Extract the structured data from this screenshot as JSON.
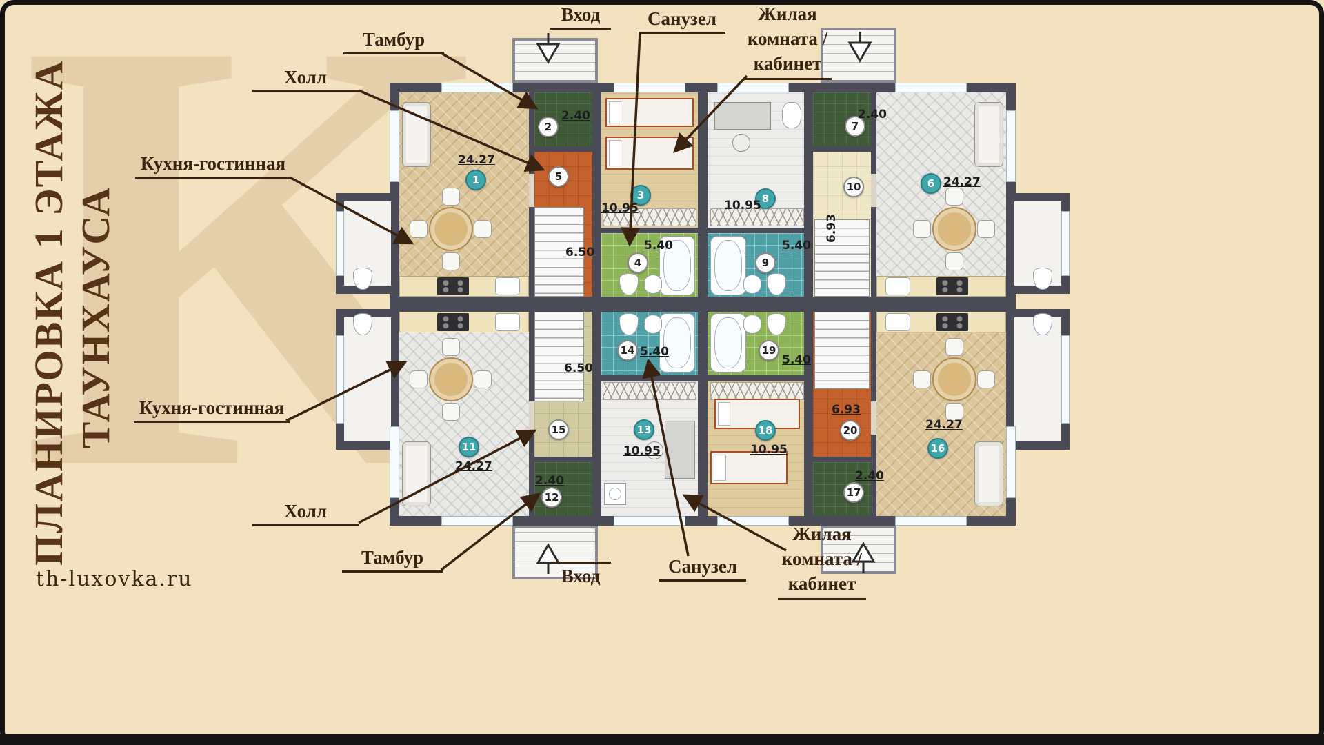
{
  "page": {
    "watermark": "K",
    "vertical_title": {
      "line1": "ПЛАНИРОВКА 1 ЭТАЖА",
      "line2": "ТАУНХАУСА"
    },
    "website": "th-luxovka.ru"
  },
  "callouts": {
    "entrance_top": "Вход",
    "vestibule_top": "Тамбур",
    "hall_top": "Холл",
    "kitchen_living_top": "Кухня-гостинная",
    "bathroom_top": "Санузел",
    "living_room_top": {
      "line1": "Жилая",
      "line2": "комната /",
      "line3": "кабинет"
    },
    "kitchen_living_bottom": "Кухня-гостинная",
    "hall_bottom": "Холл",
    "vestibule_bottom": "Тамбур",
    "entrance_bottom": "Вход",
    "bathroom_bottom": "Санузел",
    "living_room_bottom": {
      "line1": "Жилая",
      "line2": "комната /",
      "line3": "кабинет"
    }
  },
  "rooms": [
    {
      "num": "1",
      "area": "24.27"
    },
    {
      "num": "2",
      "area": "2.40"
    },
    {
      "num": "3",
      "area": "10.95"
    },
    {
      "num": "4",
      "area": "5.40"
    },
    {
      "num": "5",
      "area": "6.50"
    },
    {
      "num": "6",
      "area": "24.27"
    },
    {
      "num": "7",
      "area": "2.40"
    },
    {
      "num": "8",
      "area": "10.95"
    },
    {
      "num": "9",
      "area": "5.40"
    },
    {
      "num": "10",
      "area": "6.93"
    },
    {
      "num": "11",
      "area": "24.27"
    },
    {
      "num": "12",
      "area": "2.40"
    },
    {
      "num": "13",
      "area": "10.95"
    },
    {
      "num": "14",
      "area": "5.40"
    },
    {
      "num": "15",
      "area": "6.50"
    },
    {
      "num": "16",
      "area": "24.27"
    },
    {
      "num": "17",
      "area": "2.40"
    },
    {
      "num": "18",
      "area": "10.95"
    },
    {
      "num": "19",
      "area": "5.40"
    },
    {
      "num": "20",
      "area": "6.93"
    }
  ],
  "colors": {
    "background": "#f3e2c0",
    "wall": "#4b4b57",
    "badge_teal": "#3fa6ab",
    "hall_orange": "#c4602b",
    "vestibule_green": "#3f5a36",
    "bath_green": "#8cb356",
    "bath_teal": "#4f9fa6",
    "callout_text": "#3a2210"
  }
}
